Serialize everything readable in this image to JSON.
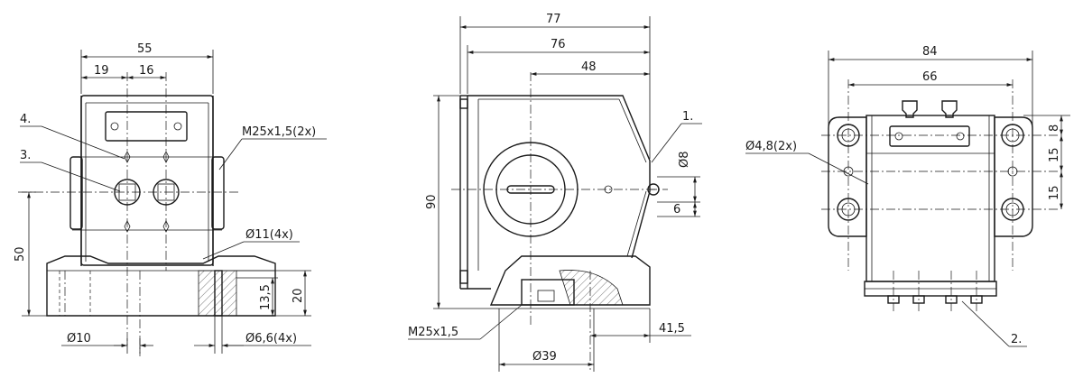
{
  "views": {
    "front": {
      "dims": {
        "width_total": "55",
        "offset_19": "19",
        "offset_16": "16",
        "height_50": "50",
        "height_20": "20",
        "height_13_5": "13,5",
        "hole_dia": "Ø10",
        "counterbore": "Ø11(4x)",
        "bolt_hole": "Ø6,6(4x)",
        "thread": "M25x1,5(2x)"
      },
      "callouts": {
        "c3": "3.",
        "c4": "4."
      }
    },
    "side": {
      "dims": {
        "w77": "77",
        "w76": "76",
        "w48": "48",
        "h90": "90",
        "d8": "Ø8",
        "d6": "6",
        "w41_5": "41,5",
        "d39": "Ø39",
        "thread": "M25x1,5"
      },
      "callouts": {
        "c1": "1."
      }
    },
    "rear": {
      "dims": {
        "w84": "84",
        "w66": "66",
        "h8": "8",
        "h15a": "15",
        "h15b": "15",
        "hole": "Ø4,8(2x)"
      },
      "callouts": {
        "c2": "2."
      }
    }
  }
}
